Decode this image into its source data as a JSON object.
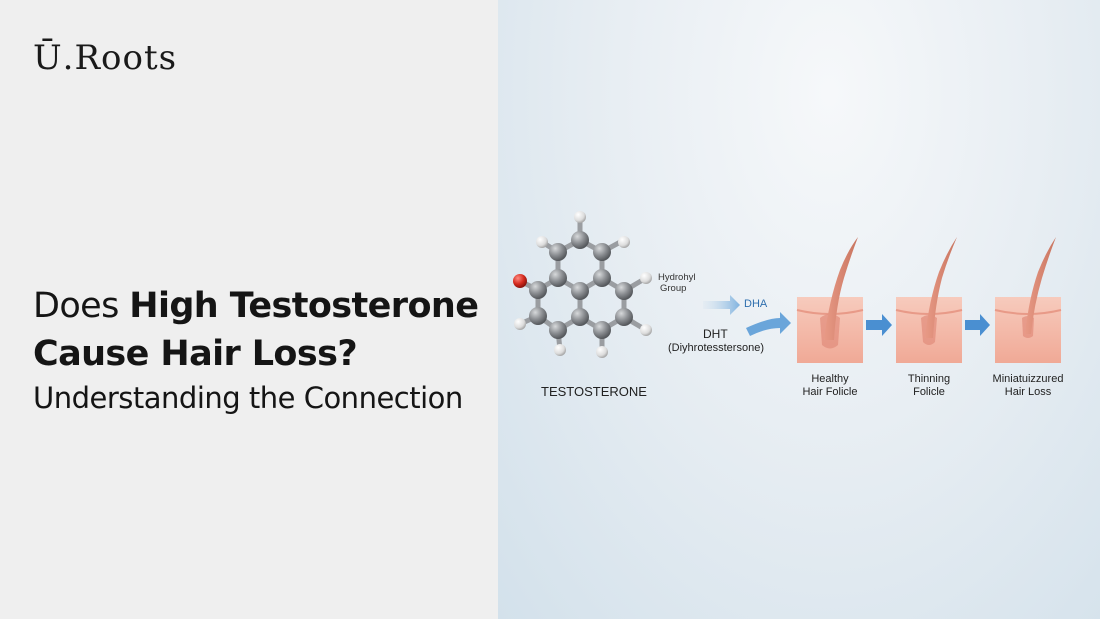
{
  "brand": {
    "name": "Ū Roots",
    "logo_text": "Ū.Roots"
  },
  "headline": {
    "line1_prefix": "Does",
    "line1_bold": "High Testosterone",
    "line2_bold": "Cause Hair Loss?",
    "line3": "Understanding the Connection"
  },
  "diagram": {
    "molecule_label": "TESTOSTERONE",
    "hydroxyl_label_1": "Hydrohyl",
    "hydroxyl_label_2": "Group",
    "dha_label": "DHA",
    "dht_label": "DHT",
    "dht_full": "(Diyhrotesstersone)",
    "stages": [
      {
        "line1": "Healthy",
        "line2": "Hair Folicle"
      },
      {
        "line1": "Thinning",
        "line2": "Folicle"
      },
      {
        "line1": "Miniatuizzured",
        "line2": "Hair Loss"
      }
    ],
    "colors": {
      "atom_carbon": "#8c8f93",
      "atom_hydrogen": "#e6e6e6",
      "atom_oxygen": "#d42a1e",
      "arrow_blue": "#4a8fd1",
      "skin_pink": "#f2b6a6"
    }
  }
}
